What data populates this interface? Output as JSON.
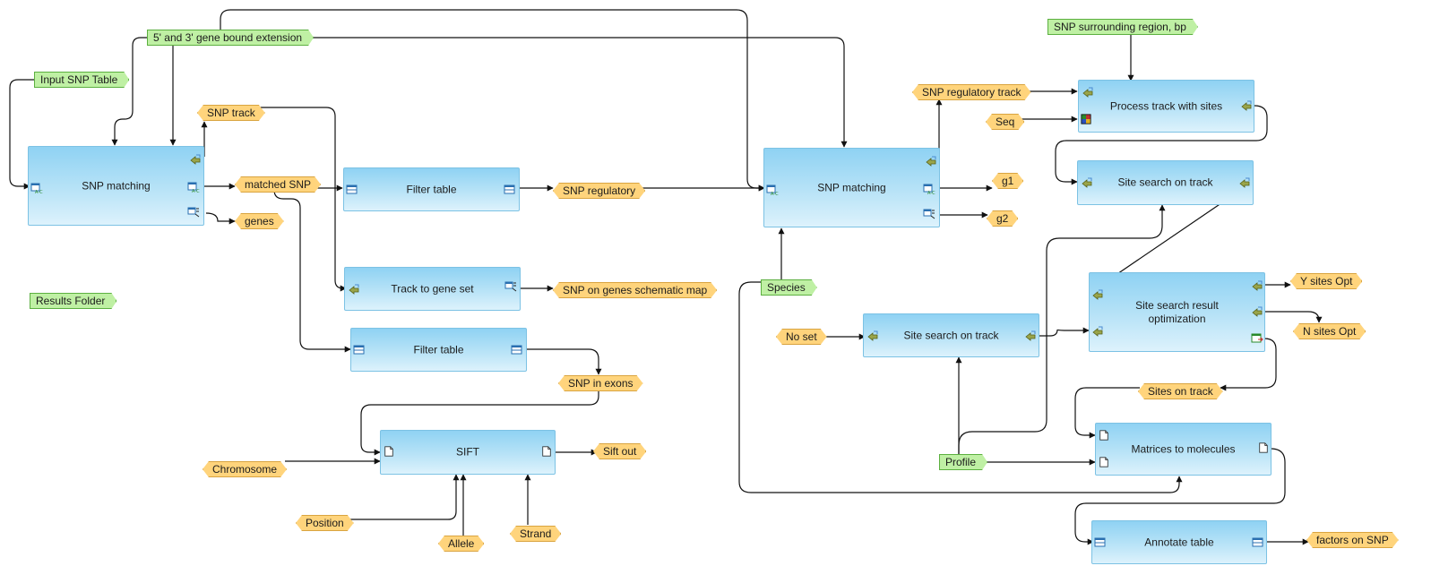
{
  "nodes": {
    "snp_matching_1": "SNP matching",
    "filter_table_1": "Filter table",
    "track_to_gene_set": "Track to gene set",
    "filter_table_2": "Filter table",
    "sift": "SIFT",
    "snp_matching_2": "SNP matching",
    "process_track": "Process track with sites",
    "site_search_1": "Site search on track",
    "site_search_opt": "Site search result optimization",
    "site_search_2": "Site search on track",
    "matrices_to_molecules": "Matrices to molecules",
    "annotate_table": "Annotate table"
  },
  "parameters": {
    "gene_bound_extension": "5' and 3' gene bound extension",
    "input_snp_table": "Input SNP Table",
    "results_folder": "Results Folder",
    "snp_surrounding_region": "SNP surrounding region, bp",
    "species": "Species",
    "profile": "Profile"
  },
  "data_items": {
    "snp_track": "SNP track",
    "matched_snp": "matched SNP",
    "genes": "genes",
    "snp_regulatory": "SNP regulatory",
    "snp_on_genes_map": "SNP on genes schematic map",
    "snp_in_exons": "SNP in exons",
    "sift_out": "Sift out",
    "chromosome": "Chromosome",
    "position": "Position",
    "allele": "Allele",
    "strand": "Strand",
    "snp_regulatory_track": "SNP regulatory track",
    "seq": "Seq",
    "g1": "g1",
    "g2": "g2",
    "no_set": "No set",
    "y_sites_opt": "Y sites Opt",
    "n_sites_opt": "N sites Opt",
    "sites_on_track": "Sites on track",
    "factors_on_snp": "factors on SNP"
  },
  "colors": {
    "node_top": "#8fd2f3",
    "node_bottom": "#ddf2fc",
    "node_border": "#7cc2e4",
    "data_fill": "#ffd47c",
    "data_border": "#d9a440",
    "param_fill": "#bff0a4",
    "param_border": "#5cb040",
    "wire": "#111111"
  }
}
